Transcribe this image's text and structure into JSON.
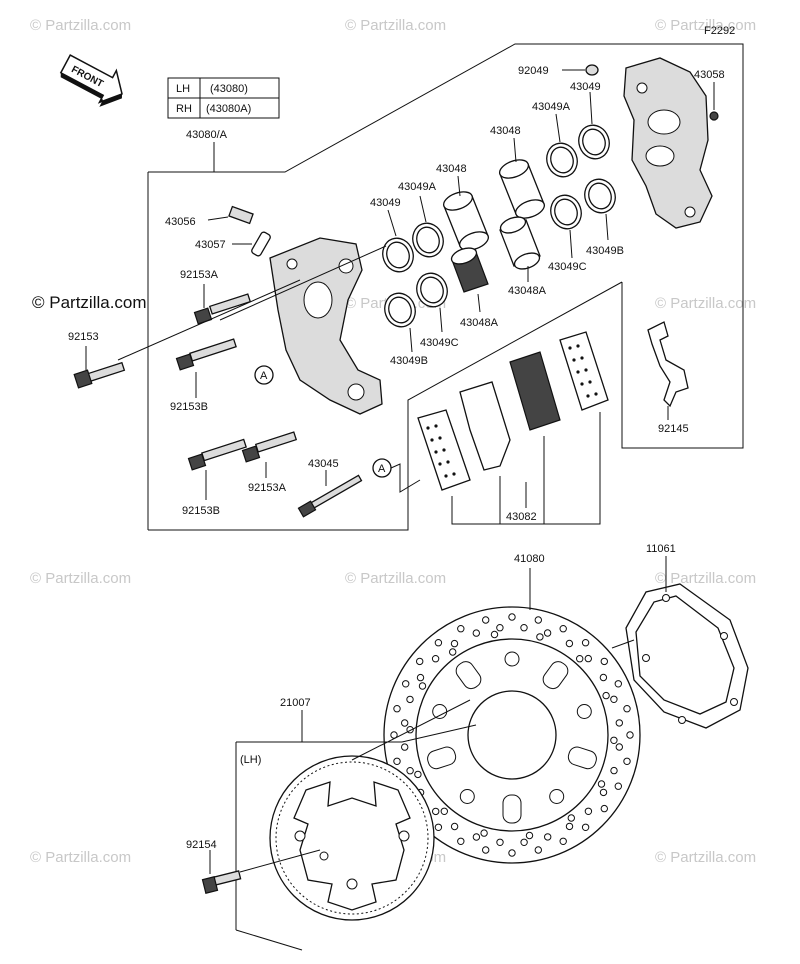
{
  "figure_code": "F2292",
  "front_label": "FRONT",
  "watermark": "© Partzilla.com",
  "watermark_main": "© Partzilla.com",
  "side_table": {
    "rows": [
      {
        "side": "LH",
        "part": "(43080)"
      },
      {
        "side": "RH",
        "part": "(43080A)"
      }
    ]
  },
  "abs_ring_side": "(LH)",
  "ref_marker": "A",
  "labels": {
    "caliper_assy": "43080/A",
    "p92049": "92049",
    "p43049_top": "43049",
    "p43058": "43058",
    "p43049A_top": "43049A",
    "p43048_top": "43048",
    "p43048_mid": "43048",
    "p43049A_mid": "43049A",
    "p43049_mid": "43049",
    "p43056": "43056",
    "p43057": "43057",
    "p92153A_top": "92153A",
    "p92153": "92153",
    "p92153B_top": "92153B",
    "p43049B_right": "43049B",
    "p43049C_right": "43049C",
    "p43048A_right": "43048A",
    "p43048A_left": "43048A",
    "p43049C_left": "43049C",
    "p43049B_left": "43049B",
    "p92145": "92145",
    "p43045": "43045",
    "p92153A_bot": "92153A",
    "p92153B_bot": "92153B",
    "p43082": "43082",
    "p41080": "41080",
    "p11061": "11061",
    "p21007": "21007",
    "p92154": "92154"
  }
}
